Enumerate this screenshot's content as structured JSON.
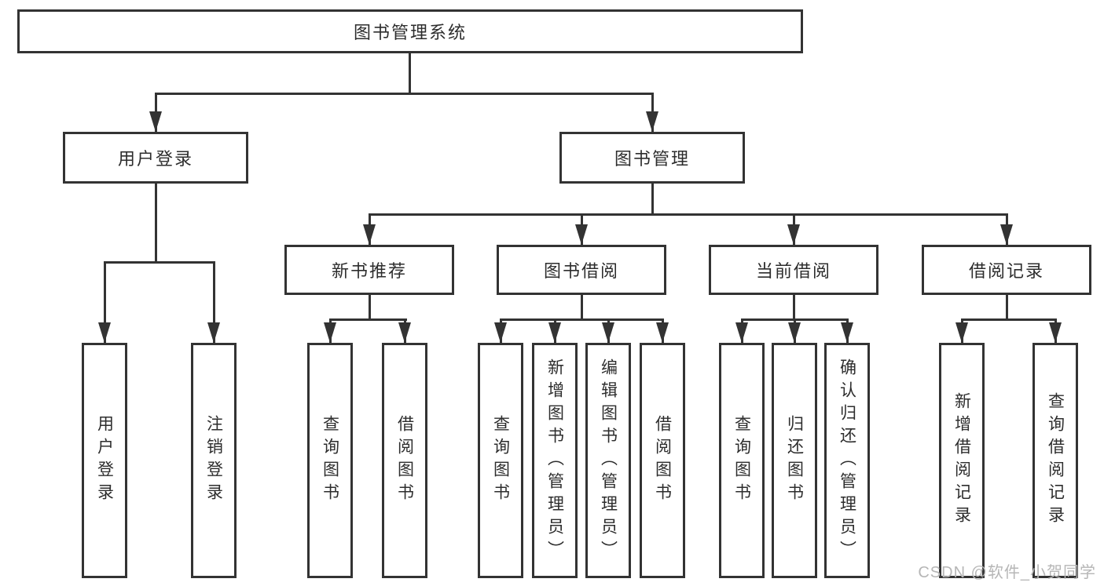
{
  "diagram": {
    "type": "hierarchy-tree",
    "root": {
      "label": "图书管理系统"
    },
    "level1": [
      {
        "label": "用户登录"
      },
      {
        "label": "图书管理"
      }
    ],
    "level2": [
      {
        "label": "新书推荐"
      },
      {
        "label": "图书借阅"
      },
      {
        "label": "当前借阅"
      },
      {
        "label": "借阅记录"
      }
    ],
    "leaves": {
      "user": [
        "用户登录",
        "注销登录"
      ],
      "newbook": [
        "查询图书",
        "借阅图书"
      ],
      "borrow": [
        "查询图书",
        "新增图书（管理员）",
        "编辑图书（管理员）",
        "借阅图书"
      ],
      "current": [
        "查询图书",
        "归还图书",
        "确认归还（管理员）"
      ],
      "records": [
        "新增借阅记录",
        "查询借阅记录"
      ]
    },
    "colors": {
      "border": "#333333",
      "line": "#333333",
      "text": "#2d2d2d",
      "background": "#ffffff"
    }
  },
  "watermark": {
    "text": "CSDN @软件_小贺同学",
    "color": "#b6b6b6"
  }
}
